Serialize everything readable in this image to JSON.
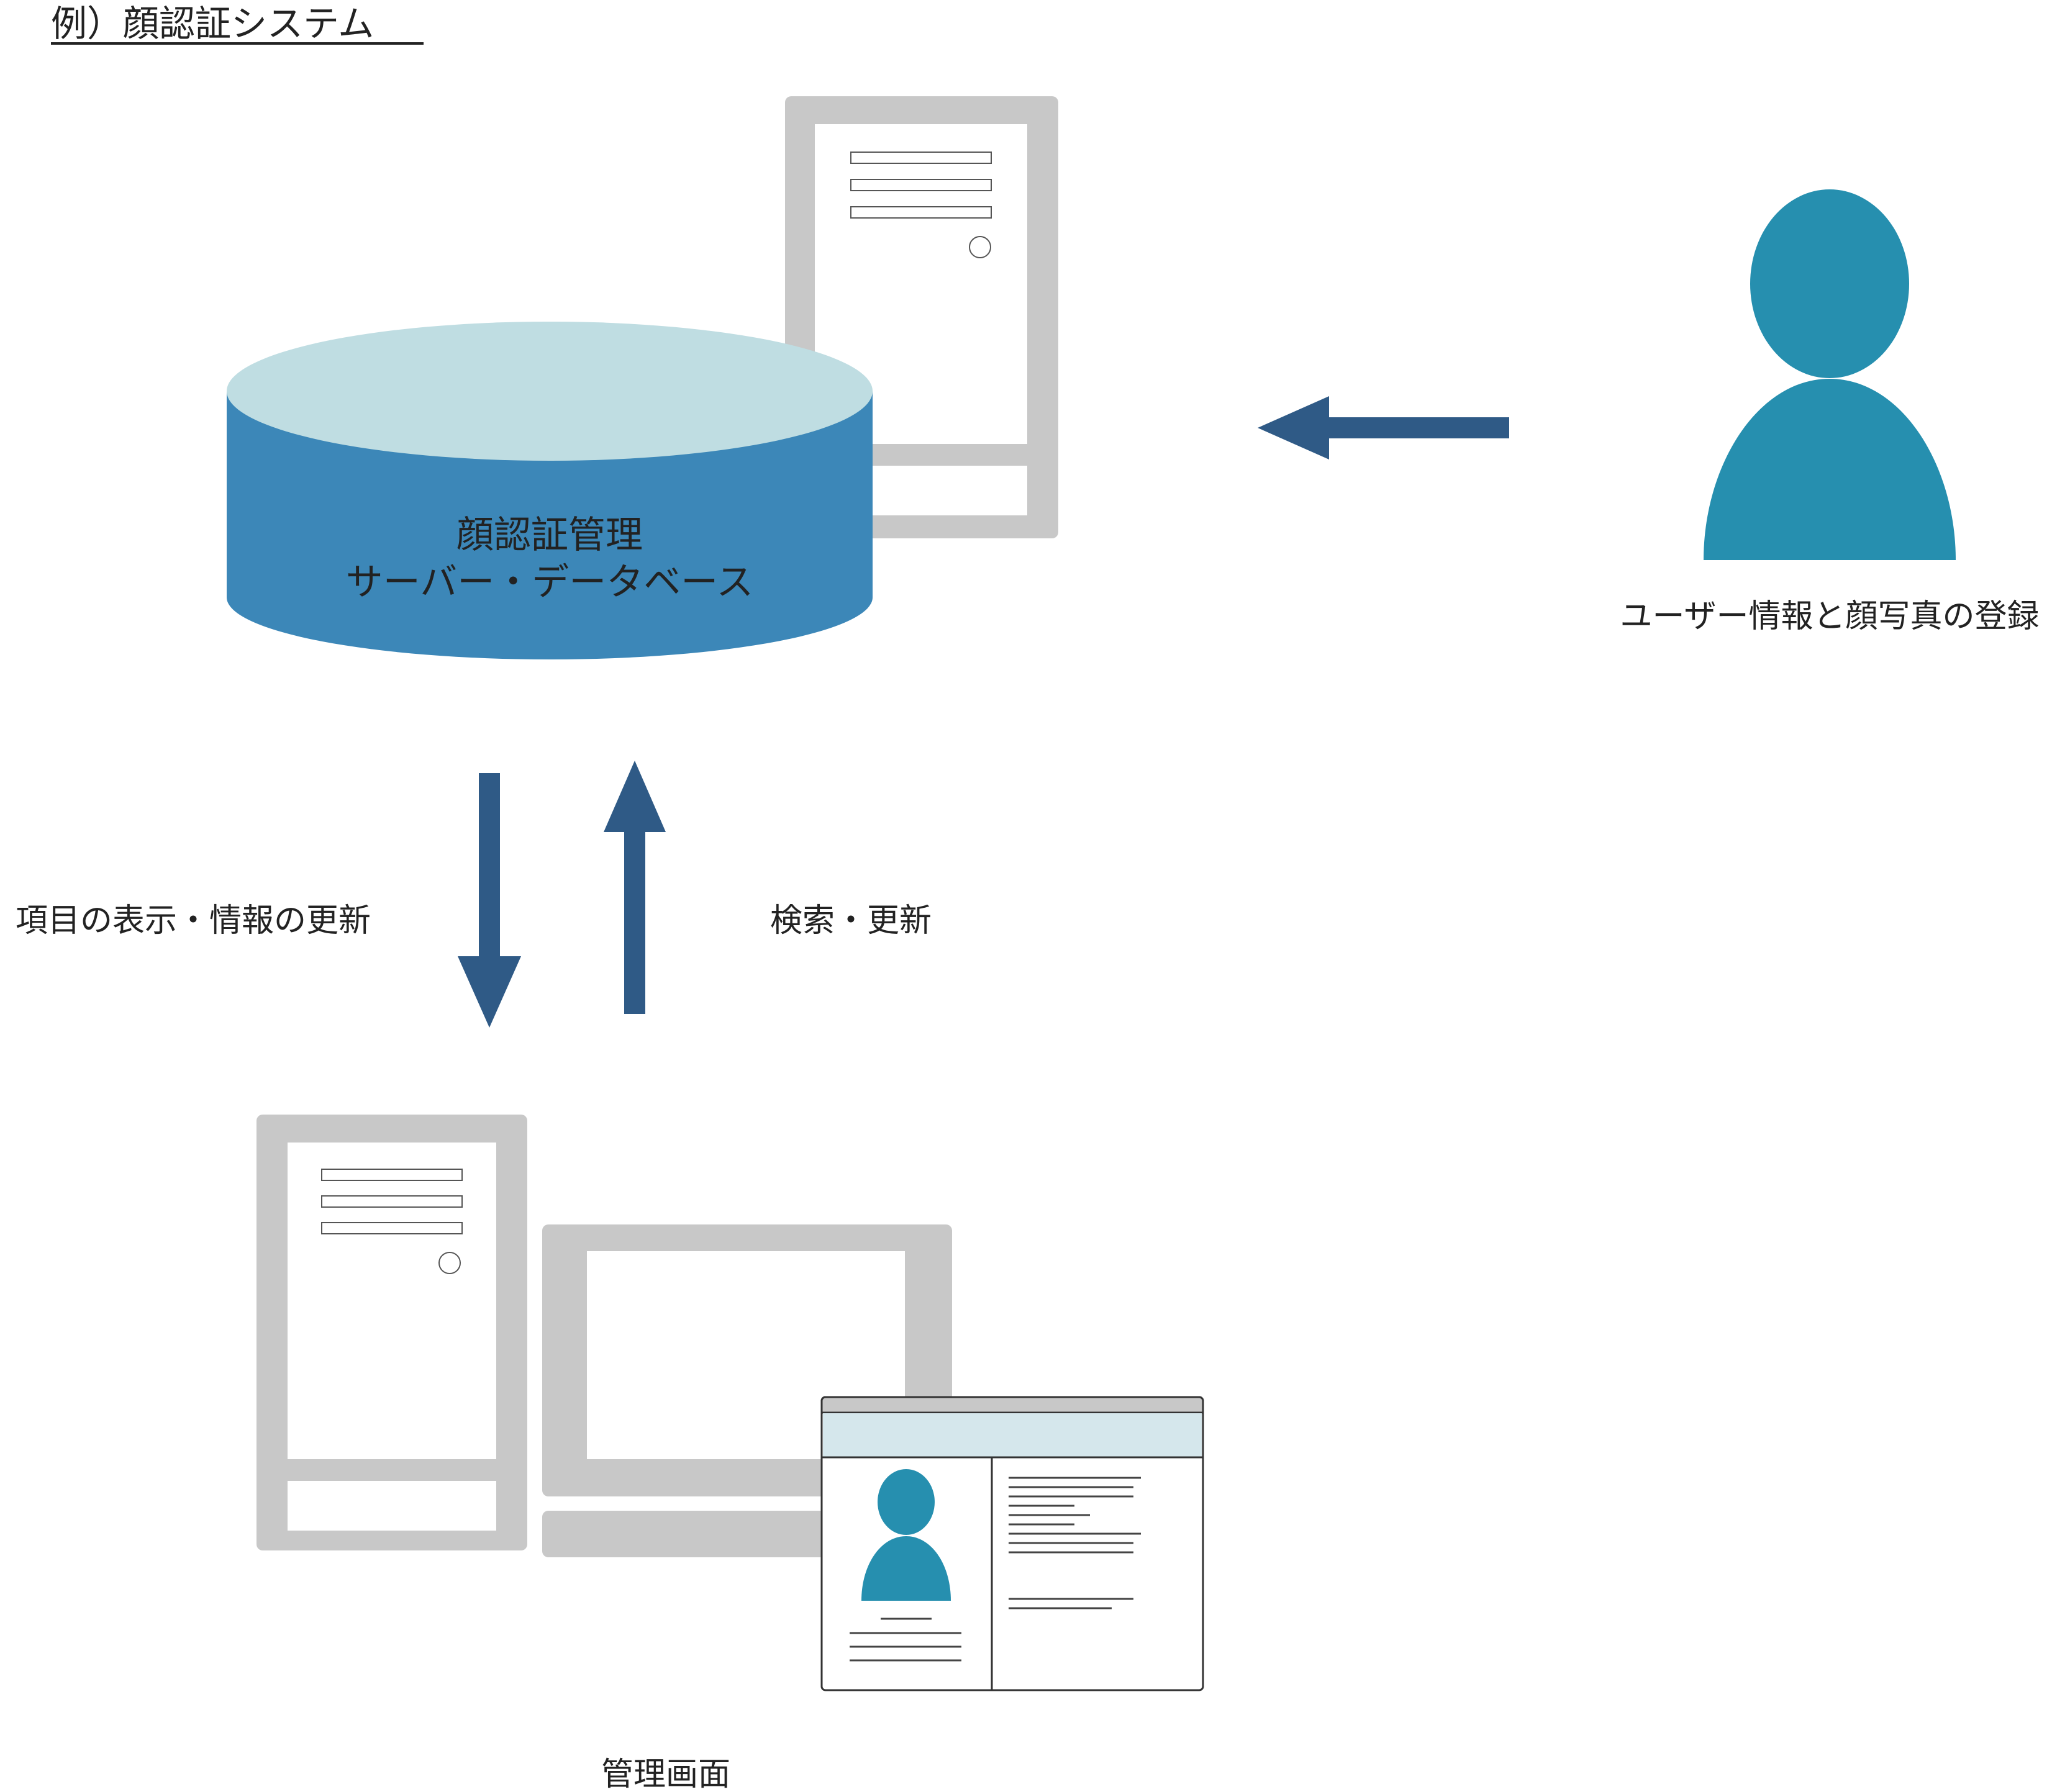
{
  "title": "例）顔認証システム",
  "database": {
    "line1": "顔認証管理",
    "line2": "サーバー・データベース"
  },
  "user_label": "ユーザー情報と顔写真の登録",
  "left_flow_label": "項目の表示・情報の更新",
  "right_flow_label": "検索・更新",
  "admin_label": "管理画面",
  "colors": {
    "machine_gray": "#c8c8c8",
    "db_top": "#bfdde2",
    "db_body": "#3c87b8",
    "person": "#268faf",
    "arrow": "#2f5a86",
    "window_header": "#d5e7ec"
  }
}
